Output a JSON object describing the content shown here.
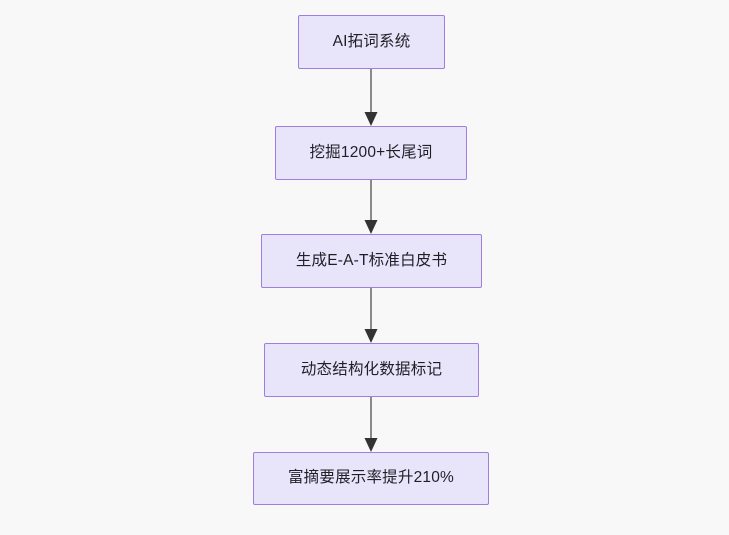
{
  "diagram": {
    "type": "flowchart",
    "direction": "top-to-bottom",
    "background_color": "#f8f8f8",
    "node_fill_color": "#e8e4f9",
    "node_border_color": "#9f7ee0",
    "node_text_color": "#1f1f28",
    "edge_line_color": "#8a8a8a",
    "edge_arrow_color": "#333333",
    "nodes": [
      {
        "id": "n1",
        "label": "AI拓词系统"
      },
      {
        "id": "n2",
        "label": "挖掘1200+长尾词"
      },
      {
        "id": "n3",
        "label": "生成E-A-T标准白皮书"
      },
      {
        "id": "n4",
        "label": "动态结构化数据标记"
      },
      {
        "id": "n5",
        "label": "富摘要展示率提升210%"
      }
    ],
    "edges": [
      {
        "from": "n1",
        "to": "n2",
        "label": ""
      },
      {
        "from": "n2",
        "to": "n3",
        "label": ""
      },
      {
        "from": "n3",
        "to": "n4",
        "label": ""
      },
      {
        "from": "n4",
        "to": "n5",
        "label": ""
      }
    ]
  }
}
